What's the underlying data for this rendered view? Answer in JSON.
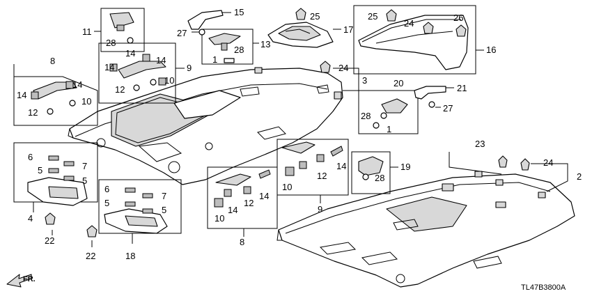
{
  "diagram": {
    "diagram_code": "TL47B3800A",
    "direction_marker": "FR.",
    "callouts": {
      "c1a": "1",
      "c1b": "1",
      "c2": "2",
      "c3": "3",
      "c4": "4",
      "c5a": "5",
      "c5b": "5",
      "c5c": "5",
      "c5d": "5",
      "c6a": "6",
      "c6b": "6",
      "c7a": "7",
      "c7b": "7",
      "c8a": "8",
      "c8b": "8",
      "c9a": "9",
      "c9b": "9",
      "c10a": "10",
      "c10b": "10",
      "c10c": "10",
      "c10d": "10",
      "c11": "11",
      "c12a": "12",
      "c12b": "12",
      "c12c": "12",
      "c12d": "12",
      "c13": "13",
      "c14a": "14",
      "c14b": "14",
      "c14c": "14",
      "c14d": "14",
      "c14e": "14",
      "c14f": "14",
      "c14g": "14",
      "c14h": "14",
      "c15": "15",
      "c16": "16",
      "c17": "17",
      "c18": "18",
      "c19": "19",
      "c20": "20",
      "c21": "21",
      "c22a": "22",
      "c22b": "22",
      "c23": "23",
      "c24a": "24",
      "c24b": "24",
      "c24c": "24",
      "c25a": "25",
      "c25b": "25",
      "c26": "26",
      "c27a": "27",
      "c27b": "27",
      "c28a": "28",
      "c28b": "28",
      "c28c": "28",
      "c28d": "28"
    }
  }
}
